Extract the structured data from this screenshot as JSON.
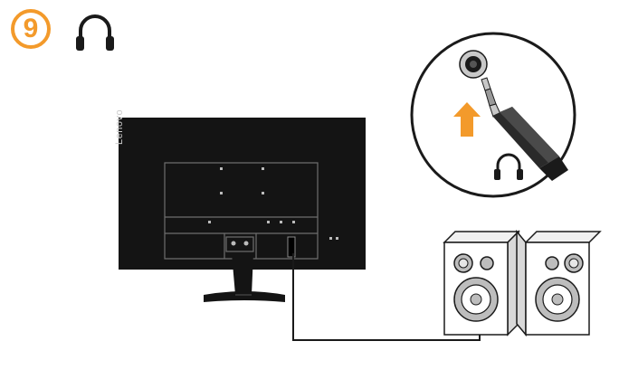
{
  "step": {
    "number": "9",
    "icon": "headphones-icon"
  },
  "monitor": {
    "brand": "Lenovo"
  },
  "callout": {
    "arrow_color": "#f39a2b",
    "icon": "headphones-icon"
  },
  "speakers": {
    "count": 2
  },
  "colors": {
    "accent": "#f39a2b",
    "stroke": "#1a1a1a"
  }
}
